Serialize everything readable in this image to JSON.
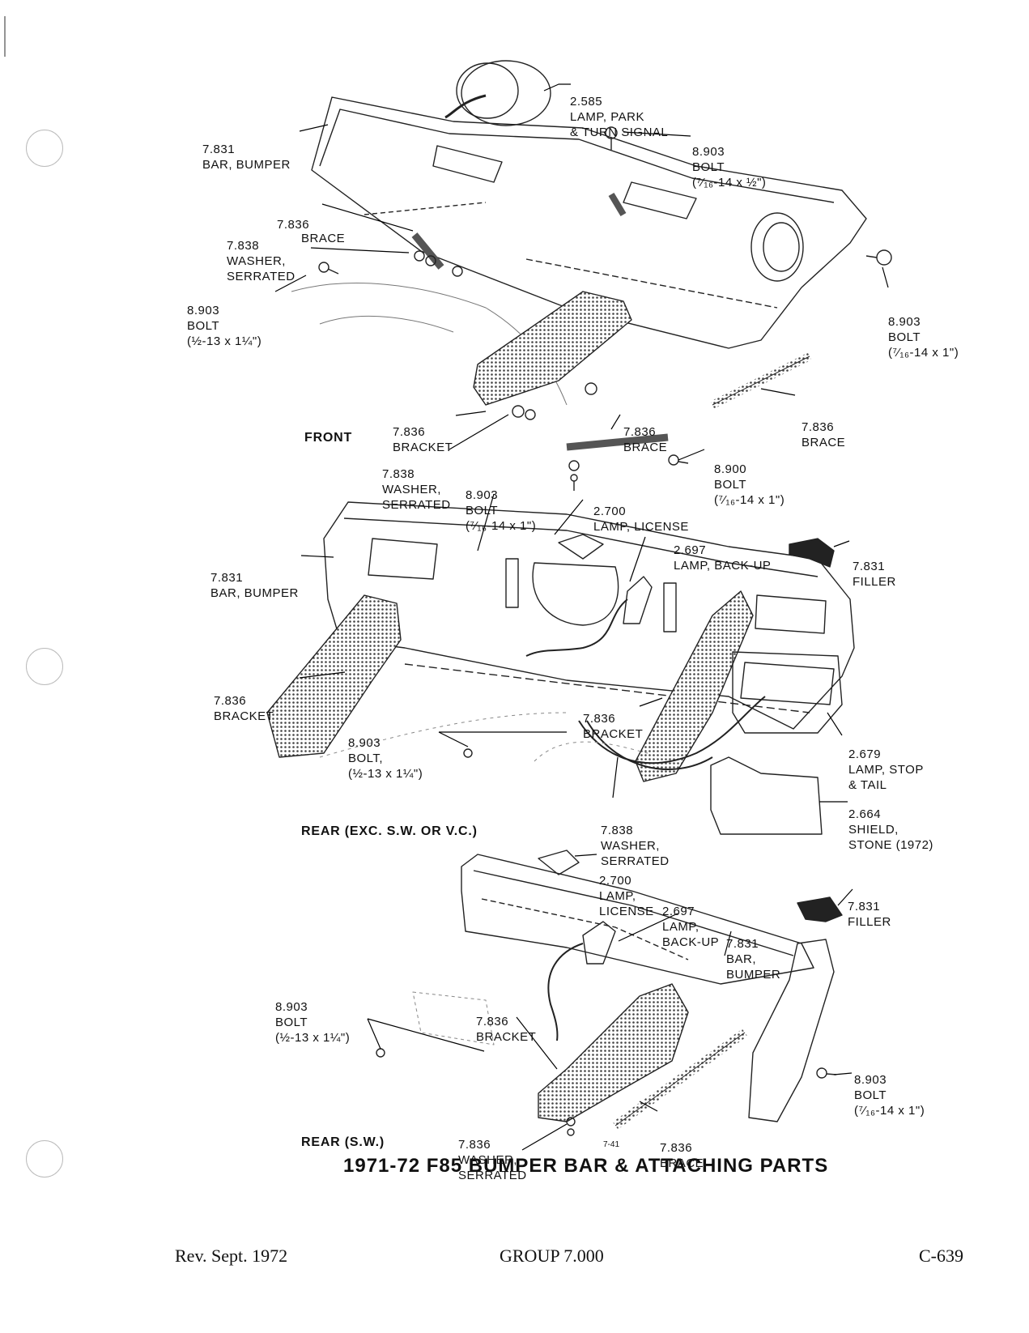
{
  "labels": {
    "lamp_park": [
      "2.585",
      "LAMP, PARK",
      "& TURN SIGNAL"
    ],
    "bar_bumper_front": [
      "7.831",
      "BAR, BUMPER"
    ],
    "bolt_front_top": [
      "8.903",
      "BOLT",
      "(⁷⁄₁₆-14 x ½\")"
    ],
    "brace_front_left": [
      "7.836",
      "BRACE"
    ],
    "washer_front_left": [
      "7.838",
      "WASHER,",
      "SERRATED"
    ],
    "bolt_front_left": [
      "8.903",
      "BOLT",
      "(½-13 x 1¼\")"
    ],
    "bolt_front_right": [
      "8.903",
      "BOLT",
      "(⁷⁄₁₆-14 x 1\")"
    ],
    "bracket_front": [
      "7.836",
      "BRACKET"
    ],
    "brace_front_mid": [
      "7.836",
      "BRACE"
    ],
    "brace_front_right": [
      "7.836",
      "BRACE"
    ],
    "washer_front_mid": [
      "7.838",
      "WASHER,",
      "SERRATED"
    ],
    "bolt_front_mid": [
      "8.903",
      "BOLT",
      "(⁷⁄₁₆-14 x 1\")"
    ],
    "bolt_8900": [
      "8.900",
      "BOLT",
      "(⁷⁄₁₆-14 x 1\")"
    ],
    "lamp_license_rear": [
      "2.700",
      "LAMP, LICENSE"
    ],
    "lamp_backup_rear": [
      "2.697",
      "LAMP, BACK-UP"
    ],
    "bar_bumper_rear": [
      "7.831",
      "BAR, BUMPER"
    ],
    "filler_rear": [
      "7.831",
      "FILLER"
    ],
    "bracket_rear_left": [
      "7.836",
      "BRACKET"
    ],
    "bracket_rear_right": [
      "7.836",
      "BRACKET"
    ],
    "bolt_rear_left": [
      "8.903",
      "BOLT,",
      "(½-13 x 1¼\")"
    ],
    "lamp_stop_tail": [
      "2.679",
      "LAMP, STOP",
      "& TAIL"
    ],
    "shield_stone": [
      "2.664",
      "SHIELD,",
      "STONE (1972)"
    ],
    "washer_rear": [
      "7.838",
      "WASHER,",
      "SERRATED"
    ],
    "lamp_license_sw": [
      "2.700",
      "LAMP,",
      "LICENSE"
    ],
    "lamp_backup_sw": [
      "2.697",
      "LAMP,",
      "BACK-UP"
    ],
    "bar_bumper_sw": [
      "7.831",
      "BAR,",
      "BUMPER"
    ],
    "filler_sw": [
      "7.831",
      "FILLER"
    ],
    "bolt_sw_left": [
      "8.903",
      "BOLT",
      "(½-13 x 1¼\")"
    ],
    "bracket_sw": [
      "7.836",
      "BRACKET"
    ],
    "bolt_sw_right": [
      "8.903",
      "BOLT",
      "(⁷⁄₁₆-14 x 1\")"
    ],
    "washer_sw": [
      "7.836",
      "WASHER,",
      "SERRATED"
    ],
    "brace_sw": [
      "7.836",
      "BRACE"
    ]
  },
  "sections": {
    "front": "FRONT",
    "rear": "REAR (EXC. S.W. OR V.C.)",
    "rear_sw": "REAR (S.W.)"
  },
  "title": "1971-72 F85 BUMPER BAR & ATTACHING PARTS",
  "figure_number": "7-41",
  "footer": {
    "revision": "Rev. Sept. 1972",
    "group": "GROUP 7.000",
    "page": "C-639"
  }
}
